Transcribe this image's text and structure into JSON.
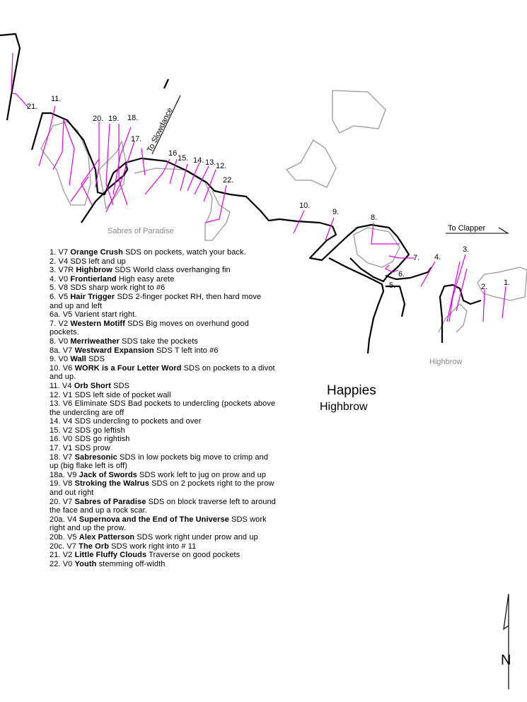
{
  "title": "Happies",
  "subtitle": "Highbrow",
  "map_labels": {
    "sabres": "Sabres of Paradise",
    "highbrow_area": "Highbrow",
    "to_slowdance": "To Slowdance",
    "to_clapper": "To Clapper",
    "north": "N"
  },
  "route_markers": [
    "1.",
    "2.",
    "3.",
    "4.",
    "5.",
    "6.",
    "7.",
    "8.",
    "9.",
    "10.",
    "11.",
    "12.",
    "13.",
    "14.",
    "15.",
    "16",
    "17.",
    "18.",
    "19.",
    "20.",
    "21.",
    "22."
  ],
  "routes": [
    {
      "id": "1.",
      "grade": "V7",
      "name": "Orange Crush",
      "desc": "SDS on pockets, watch your back."
    },
    {
      "id": "2.",
      "grade": "V4",
      "name": "",
      "desc": "SDS left and up"
    },
    {
      "id": "3.",
      "grade": "V7R",
      "name": "Highbrow",
      "desc": "SDS World class overhanging fin"
    },
    {
      "id": "4.",
      "grade": "V0",
      "name": "Frontierland",
      "desc": "High easy arete"
    },
    {
      "id": "5.",
      "grade": "V8",
      "name": "",
      "desc": "SDS sharp work right to #6"
    },
    {
      "id": "6.",
      "grade": "V5",
      "name": "Hair Trigger",
      "desc": "SDS 2-finger pocket RH, then hard move and up and left"
    },
    {
      "id": "6a.",
      "grade": "V5",
      "name": "",
      "desc": "Varient start right."
    },
    {
      "id": "7.",
      "grade": "V2",
      "name": "Western Motiff",
      "desc": "SDS Big moves on overhund good pockets."
    },
    {
      "id": "8.",
      "grade": "V0",
      "name": "Merriweather",
      "desc": "SDS take the pockets"
    },
    {
      "id": "8a.",
      "grade": "V7",
      "name": "Westward Expansion",
      "desc": "SDS T left into #6"
    },
    {
      "id": "9.",
      "grade": "V0",
      "name": "Wall",
      "desc": "SDS"
    },
    {
      "id": "10.",
      "grade": "V6",
      "name": "WORK is a Four Letter Word",
      "desc": "SDS on pockets to a divot and up."
    },
    {
      "id": "11.",
      "grade": "V4",
      "name": "Orb Short",
      "desc": "SDS"
    },
    {
      "id": "12.",
      "grade": "V1",
      "name": "",
      "desc": "SDS left side of pocket wall"
    },
    {
      "id": "13.",
      "grade": "V6",
      "name": "",
      "desc": "Eliminate SDS Bad pockets to undercling (pockets above the undercling are off"
    },
    {
      "id": "14.",
      "grade": "V4",
      "name": "",
      "desc": "SDS undercling to pockets and over"
    },
    {
      "id": "15.",
      "grade": "V2",
      "name": "",
      "desc": "SDS go leftish"
    },
    {
      "id": "16.",
      "grade": "V0",
      "name": "",
      "desc": "SDS go rightish"
    },
    {
      "id": "17.",
      "grade": "V1",
      "name": "",
      "desc": "SDS prow"
    },
    {
      "id": "18.",
      "grade": "V7",
      "name": "Sabresonic",
      "desc": "SDS in low pockets big move to crimp and up (big flake left is off)"
    },
    {
      "id": "18a.",
      "grade": "V9",
      "name": "Jack of Swords",
      "desc": "SDS work left to jug on prow and up"
    },
    {
      "id": "19.",
      "grade": "V8",
      "name": "Stroking the Walrus",
      "desc": "SDS on 2 pockets right to the prow and out right"
    },
    {
      "id": "20.",
      "grade": "V7",
      "name": "Sabres of Paradise",
      "desc": "SDS on block traverse left to around the face and up a rock scar."
    },
    {
      "id": "20a.",
      "grade": "V4",
      "name": "Supernova and the End of The Universe",
      "desc": "SDS work right and up the prow."
    },
    {
      "id": "20b.",
      "grade": "V5",
      "name": "Alex Patterson",
      "desc": "SDS work right under prow and up"
    },
    {
      "id": "20c.",
      "grade": "V7",
      "name": "The Orb",
      "desc": "SDS work right into # 11"
    },
    {
      "id": "21.",
      "grade": "V2",
      "name": "Little Fluffy Clouds",
      "desc": "Traverse on good pockets"
    },
    {
      "id": "22.",
      "grade": "V0",
      "name": "Youth",
      "desc": "stemming off-width"
    }
  ],
  "colors": {
    "route_line": "#e000e0",
    "rock_outline": "#000000",
    "boulder_outline": "#999999",
    "background": "#ffffff"
  }
}
